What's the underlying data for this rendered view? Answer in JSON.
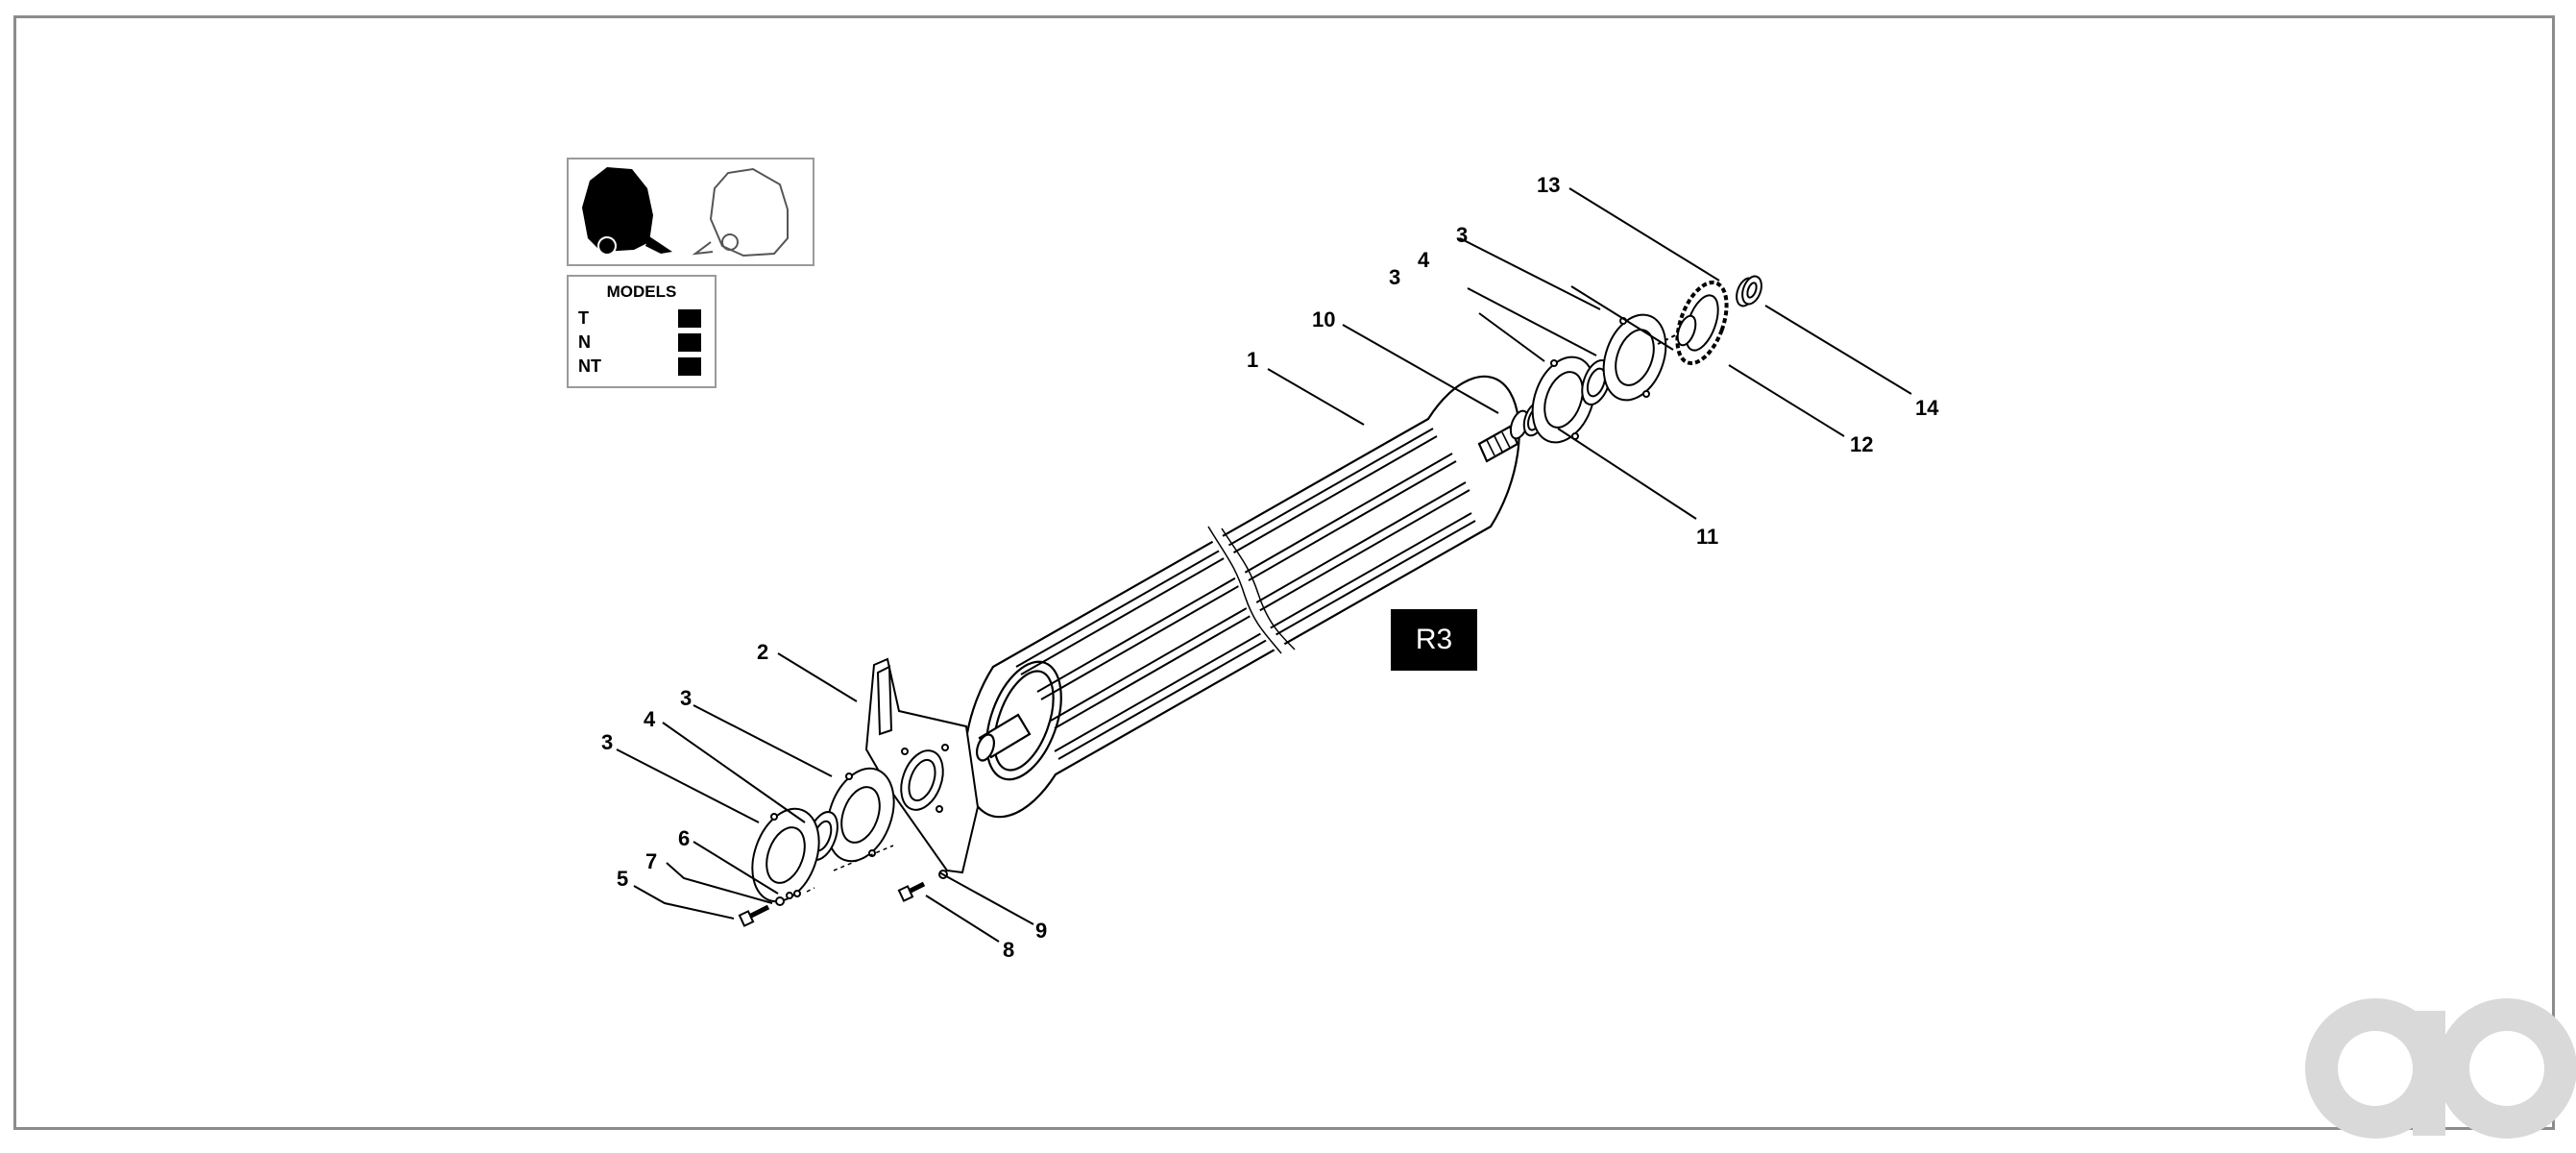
{
  "thumbnail": {
    "icon_solid": "baler-solid-icon",
    "icon_outline": "baler-outline-icon"
  },
  "models": {
    "title": "MODELS",
    "rows": [
      {
        "code": "T"
      },
      {
        "code": "N"
      },
      {
        "code": "NT"
      }
    ]
  },
  "section_label": "R3",
  "callouts": {
    "c1": "1",
    "c2": "2",
    "c3a": "3",
    "c3b": "3",
    "c3c": "3",
    "c3d": "3",
    "c4a": "4",
    "c4b": "4",
    "c5": "5",
    "c6": "6",
    "c7": "7",
    "c8": "8",
    "c9": "9",
    "c10": "10",
    "c11": "11",
    "c12": "12",
    "c13": "13",
    "c14": "14"
  },
  "colors": {
    "line": "#000000",
    "frame": "#8c8c8c",
    "watermark": "#d9d9d9"
  },
  "watermark": {
    "text": "ao"
  }
}
